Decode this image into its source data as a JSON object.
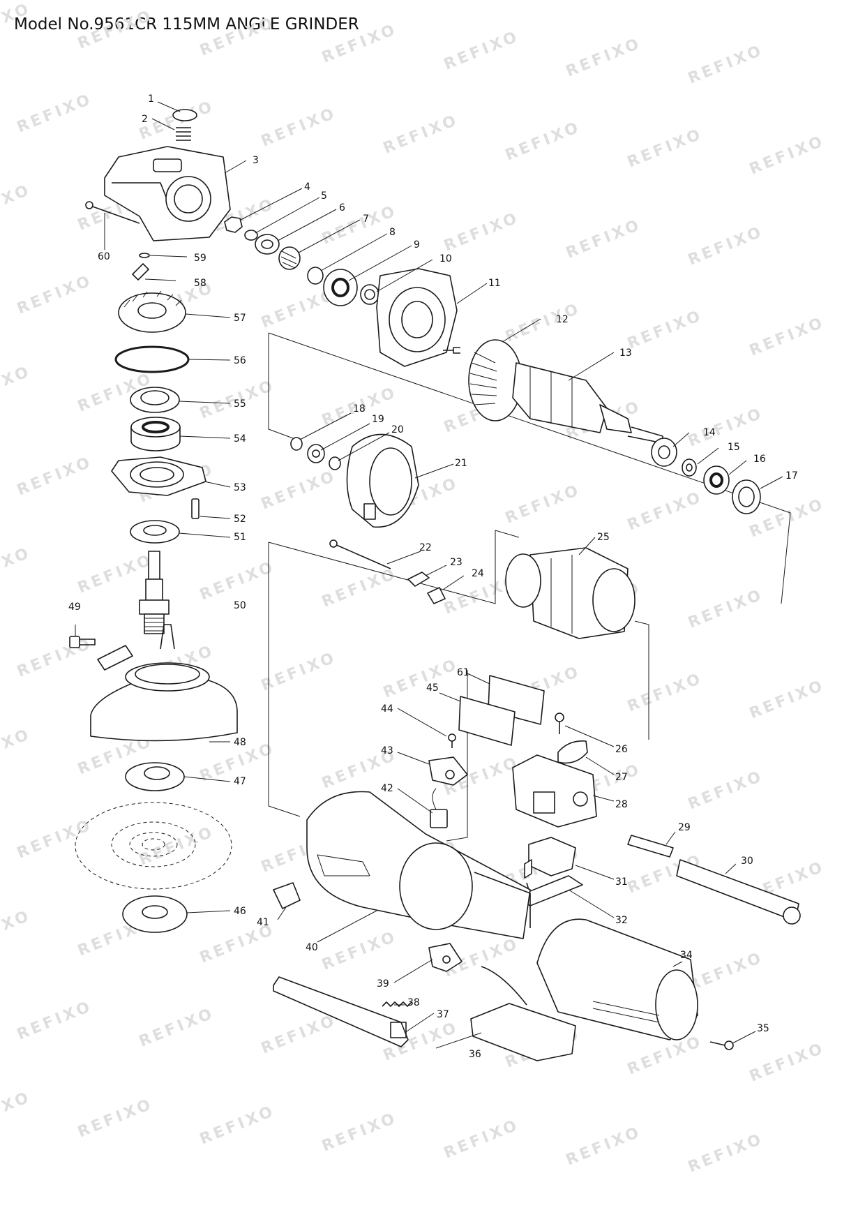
{
  "title": "Model No.9561CR 115MM ANGLE GRINDER",
  "watermark": "REFIXO",
  "colors": {
    "line": "#1a1a1a",
    "watermark": "#dedede",
    "background": "#ffffff"
  },
  "callouts": [
    "1",
    "2",
    "3",
    "4",
    "5",
    "6",
    "7",
    "8",
    "9",
    "10",
    "11",
    "12",
    "13",
    "14",
    "15",
    "16",
    "17",
    "18",
    "19",
    "20",
    "21",
    "22",
    "23",
    "24",
    "25",
    "26",
    "27",
    "28",
    "29",
    "30",
    "31",
    "32",
    "34",
    "35",
    "36",
    "37",
    "38",
    "39",
    "40",
    "41",
    "42",
    "43",
    "44",
    "45",
    "46",
    "47",
    "48",
    "49",
    "50",
    "51",
    "52",
    "53",
    "54",
    "55",
    "56",
    "57",
    "58",
    "59",
    "60",
    "61"
  ]
}
